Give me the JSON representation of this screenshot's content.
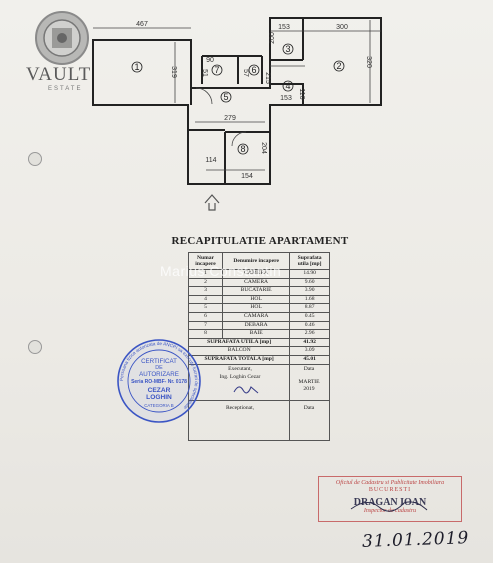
{
  "logo": {
    "name": "VAULT",
    "sub": "ESTATE"
  },
  "plan": {
    "dimensions": [
      "467",
      "319",
      "90",
      "51",
      "57",
      "200",
      "153",
      "300",
      "320",
      "110",
      "215",
      "153",
      "279",
      "204",
      "114",
      "154"
    ],
    "rooms": [
      "1",
      "2",
      "3",
      "4",
      "5",
      "6",
      "7",
      "8"
    ]
  },
  "table": {
    "title": "RECAPITULATIE APARTAMENT",
    "headers": [
      "Numar incapere",
      "Denumire incapere",
      "Suprafata utila [mp]"
    ],
    "rows": [
      {
        "nr": "1",
        "name": "CAMERA",
        "area": "14.90"
      },
      {
        "nr": "2",
        "name": "CAMERA",
        "area": "9.60"
      },
      {
        "nr": "3",
        "name": "BUCATARIE",
        "area": "3.90"
      },
      {
        "nr": "4",
        "name": "HOL",
        "area": "1.68"
      },
      {
        "nr": "5",
        "name": "HOL",
        "area": "8.87"
      },
      {
        "nr": "6",
        "name": "CAMARA",
        "area": "0.45"
      },
      {
        "nr": "7",
        "name": "DEBARA",
        "area": "0.46"
      },
      {
        "nr": "8",
        "name": "BAIE",
        "area": "2.96"
      }
    ],
    "suprafata_utila": {
      "label": "SUPRAFATA UTILA [mp]",
      "value": "41.92"
    },
    "balcon": {
      "label": "BALCON",
      "value": "3.09"
    },
    "suprafata_totala": {
      "label": "SUPRAFATA TOTALA [mp]",
      "value": "45.01"
    },
    "executant_label": "Executant,",
    "executant_name": "Ing. Loghin Cezar",
    "data_label": "Data",
    "month": "MARTIE",
    "year": "2019",
    "receptionat_label": "Receptionat,",
    "data_label_2": "Data"
  },
  "watermark": "Marius Constantin",
  "stamp": {
    "ring": "Persoana fizica autorizata de ANCPI sa execute lucrari de specialitate",
    "line1": "CERTIFICAT",
    "line2": "DE",
    "line3": "AUTORIZARE",
    "series": "Seria RO-MBF- Nr. 0178",
    "name1": "CEZAR",
    "name2": "LOGHIN",
    "category": "CATEGORIA B"
  },
  "cadastre_stamp": {
    "line1": "Oficiul de Cadastru si Publicitate Imobiliara",
    "line2": "BUCURESTI",
    "name": "DRAGAN IOAN",
    "role": "Inspector de cadastru"
  },
  "handwritten_date": "31.01.2019"
}
